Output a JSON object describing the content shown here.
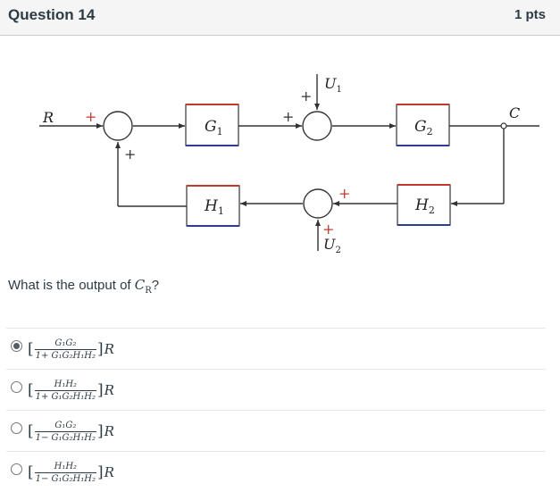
{
  "header": {
    "title": "Question 14",
    "points": "1 pts"
  },
  "diagram": {
    "input_label": "R",
    "output_label": "C",
    "block_g1": "G",
    "block_g1_sub": "1",
    "block_g2": "G",
    "block_g2_sub": "2",
    "block_h1": "H",
    "block_h1_sub": "1",
    "block_h2": "H",
    "block_h2_sub": "2",
    "disturbance_u1": "U",
    "disturbance_u1_sub": "1",
    "disturbance_u2": "U",
    "disturbance_u2_sub": "2",
    "sign_plus": "+"
  },
  "question": {
    "text": "What is the output of ",
    "variable": "C",
    "variable_sub": "R",
    "suffix": "?"
  },
  "answers": [
    {
      "numerator": "G₁G₂",
      "denominator": "1+ G₁G₂H₁H₂",
      "variable": "R",
      "selected": true
    },
    {
      "numerator": "H₁H₂",
      "denominator": "1+ G₁G₂H₁H₂",
      "variable": "R",
      "selected": false
    },
    {
      "numerator": "G₁G₂",
      "denominator": "1− G₁G₂H₁H₂",
      "variable": "R",
      "selected": false
    },
    {
      "numerator": "H₁H₂",
      "denominator": "1− G₁G₂H₁H₂",
      "variable": "R",
      "selected": false
    }
  ],
  "colors": {
    "header_bg": "#f5f5f5",
    "text": "#2d3b45",
    "block_top_accent": "#c0392b",
    "block_bottom_accent": "#2c3e8f",
    "plus_sign": "#c0392b"
  }
}
